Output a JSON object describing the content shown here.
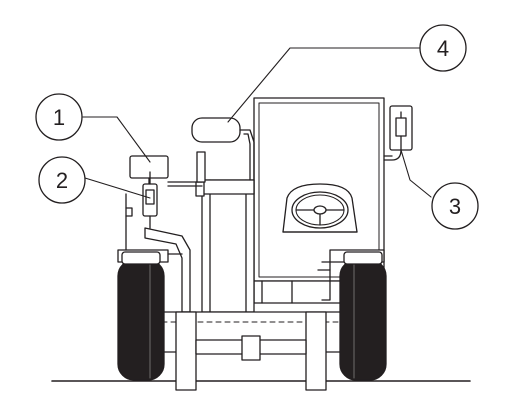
{
  "colors": {
    "line": "#231f20",
    "tire": "#231f20",
    "background": "#ffffff"
  },
  "callouts": [
    {
      "number": "1",
      "target": "front-left-mirror"
    },
    {
      "number": "2",
      "target": "lower-left-mirror"
    },
    {
      "number": "3",
      "target": "right-side-mirror"
    },
    {
      "number": "4",
      "target": "upper-center-mirror"
    }
  ]
}
